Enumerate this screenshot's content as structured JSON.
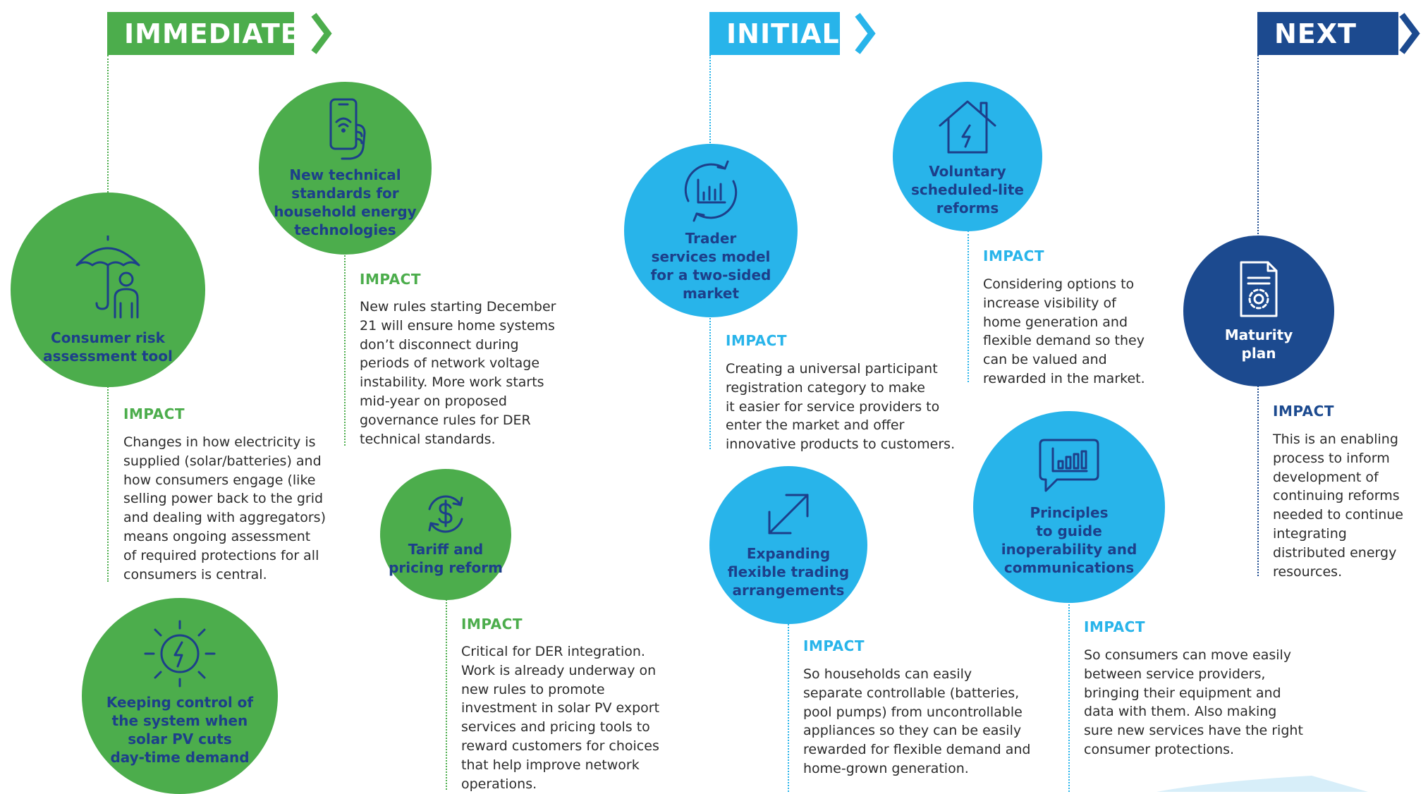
{
  "phases": {
    "immediate": "IMMEDIATE",
    "initial": "INITIAL",
    "next": "NEXT"
  },
  "colors": {
    "green": "#4cad4c",
    "light_blue": "#28b4ea",
    "navy": "#1c4a8f",
    "title_text": "#1d3f8a"
  },
  "impact_heading": "IMPACT",
  "items": {
    "consumer_risk": {
      "title": "Consumer risk\nassessment tool",
      "icon": "umbrella-person-icon",
      "impact": "Changes in how electricity is\nsupplied (solar/batteries) and\nhow consumers engage (like\nselling power back to the grid\nand dealing with aggregators)\nmeans ongoing assessment\nof required protections for all\nconsumers is central."
    },
    "technical_standards": {
      "title": "New technical\nstandards for\nhousehold energy\ntechnologies",
      "icon": "smartphone-wifi-icon",
      "impact": "New rules starting December\n21 will ensure home systems\ndon’t disconnect during\nperiods of network voltage\ninstability. More work starts\nmid-year on proposed\ngovernance rules for DER\ntechnical standards."
    },
    "keeping_control": {
      "title": "Keeping control of\nthe system when\nsolar PV cuts\nday-time demand",
      "icon": "sun-lightning-icon"
    },
    "tariff": {
      "title": "Tariff and\npricing reform",
      "icon": "dollar-cycle-icon",
      "impact": "Critical for DER integration.\nWork is already underway on\nnew rules to promote\ninvestment in solar PV export\nservices and pricing tools to\nreward customers for choices\nthat help improve network\noperations."
    },
    "trader_services": {
      "title": "Trader\nservices model\nfor a two-sided\nmarket",
      "icon": "chart-cycle-icon",
      "impact": "Creating a universal participant\nregistration category to make\nit easier for service providers to\nenter the market and offer\ninnovative products to customers."
    },
    "voluntary": {
      "title": "Voluntary\nscheduled-lite\nreforms",
      "icon": "house-lightning-icon",
      "impact": "Considering options to\nincrease visibility of\nhome generation and\nflexible demand so they\ncan be valued and\nrewarded in the market."
    },
    "expanding": {
      "title": "Expanding\nflexible trading\narrangements",
      "icon": "expand-arrows-icon",
      "impact": "So households can easily\nseparate controllable (batteries,\npool pumps) from uncontrollable\nappliances so they can be easily\nrewarded for flexible demand and\nhome-grown generation."
    },
    "principles": {
      "title": "Principles\nto guide\ninoperability and\ncommunications",
      "icon": "chat-chart-icon",
      "impact": "So consumers can move easily\nbetween service providers,\nbringing their equipment and\ndata with them. Also making\nsure new services have the right\nconsumer protections."
    },
    "maturity": {
      "title": "Maturity\nplan",
      "icon": "document-gear-icon",
      "impact": "This is an enabling\nprocess to inform\ndevelopment of\ncontinuing reforms\nneeded to continue\nintegrating\ndistributed energy\nresources."
    }
  }
}
